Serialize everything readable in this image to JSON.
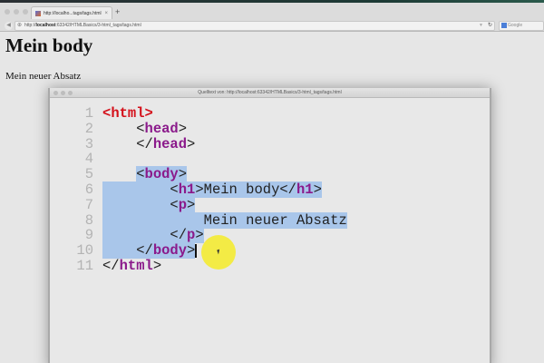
{
  "browser": {
    "tab_title": "http://localho...tags/tags.html",
    "tab_close": "×",
    "new_tab": "+",
    "url_prefix": "http://",
    "url_host": "localhost",
    "url_rest": ":63342/HTMLBasics/3-html_tags/tags.html",
    "search_placeholder": "Google",
    "back_glyph": "◀",
    "globe_glyph": "⊕",
    "star_glyph": "▼",
    "reload_glyph": "↻"
  },
  "page": {
    "heading": "Mein body",
    "paragraph": "Mein neuer Absatz"
  },
  "source_window": {
    "title": "Quelltext von: http://localhost:63342/HTMLBasics/3-html_tags/tags.html",
    "lines": [
      {
        "n": "1",
        "indent": "",
        "open": "<",
        "tag": "html",
        "close": ">",
        "text": "",
        "selected": false,
        "red": true
      },
      {
        "n": "2",
        "indent": "    ",
        "open": "<",
        "tag": "head",
        "close": ">",
        "text": "",
        "selected": false
      },
      {
        "n": "3",
        "indent": "    ",
        "open": "</",
        "tag": "head",
        "close": ">",
        "text": "",
        "selected": false
      },
      {
        "n": "4",
        "indent": "",
        "open": "",
        "tag": "",
        "close": "",
        "text": "",
        "selected": false
      },
      {
        "n": "5",
        "indent": "    ",
        "open": "<",
        "tag": "body",
        "close": ">",
        "text": "",
        "selected": true
      },
      {
        "n": "6",
        "indent": "        ",
        "open": "<",
        "tag": "h1",
        "close": ">",
        "text": "Mein body",
        "end_open": "</",
        "end_tag": "h1",
        "end_close": ">",
        "selected": true
      },
      {
        "n": "7",
        "indent": "        ",
        "open": "<",
        "tag": "p",
        "close": ">",
        "text": "",
        "selected": true
      },
      {
        "n": "8",
        "indent": "            ",
        "open": "",
        "tag": "",
        "close": "",
        "text": "Mein neuer Absatz",
        "selected": true
      },
      {
        "n": "9",
        "indent": "        ",
        "open": "</",
        "tag": "p",
        "close": ">",
        "text": "",
        "selected": true
      },
      {
        "n": "10",
        "indent": "    ",
        "open": "</",
        "tag": "body",
        "close": ">",
        "text": "",
        "selected": true
      },
      {
        "n": "11",
        "indent": "",
        "open": "</",
        "tag": "html",
        "close": ">",
        "text": "",
        "selected": false
      }
    ]
  },
  "colors": {
    "selection": "#a9c6ea",
    "tag_root": "#d4101a",
    "tag": "#8b1a8b",
    "cursor_highlight": "#f5eb28"
  }
}
